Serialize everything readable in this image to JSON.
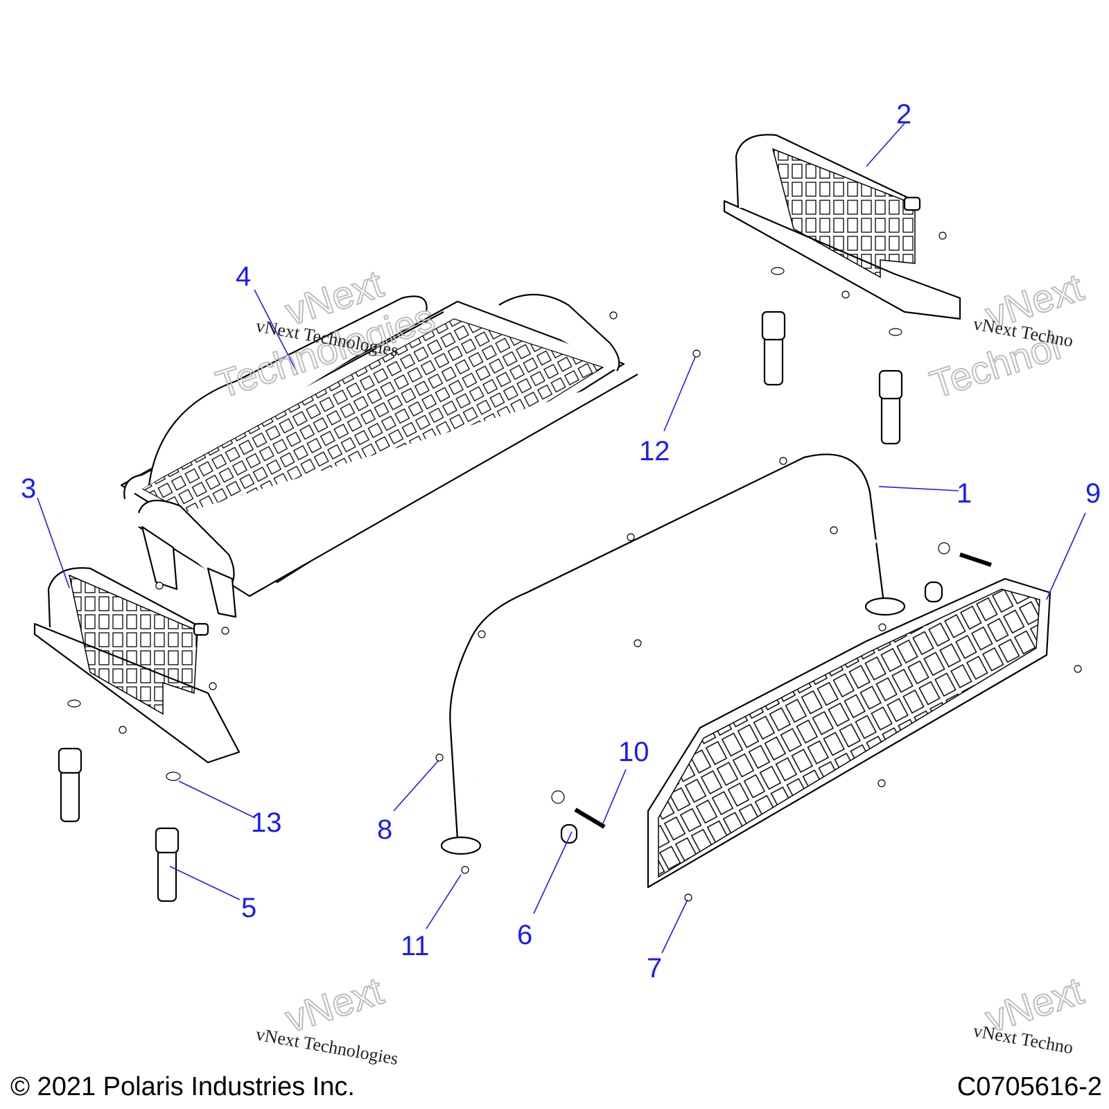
{
  "callouts": [
    {
      "id": "1",
      "text": "1"
    },
    {
      "id": "2",
      "text": "2"
    },
    {
      "id": "3",
      "text": "3"
    },
    {
      "id": "4",
      "text": "4"
    },
    {
      "id": "5",
      "text": "5"
    },
    {
      "id": "6",
      "text": "6"
    },
    {
      "id": "7",
      "text": "7"
    },
    {
      "id": "8",
      "text": "8"
    },
    {
      "id": "9",
      "text": "9"
    },
    {
      "id": "10",
      "text": "10"
    },
    {
      "id": "11",
      "text": "11"
    },
    {
      "id": "12",
      "text": "12"
    },
    {
      "id": "13",
      "text": "13"
    }
  ],
  "watermark": {
    "brand": "vNext",
    "word": "Technologies",
    "line": "vNext Technologies",
    "line_cut": "vNext Techno",
    "word_cut": "Technol",
    "brand_cut": "vNext"
  },
  "footer": {
    "copyright": "© 2021 Polaris Industries Inc.",
    "figure_id": "C0705616-2"
  },
  "colors": {
    "callout": "#1a1aff",
    "line_art": "#000000",
    "watermark_outline": "#bdbdbd"
  }
}
